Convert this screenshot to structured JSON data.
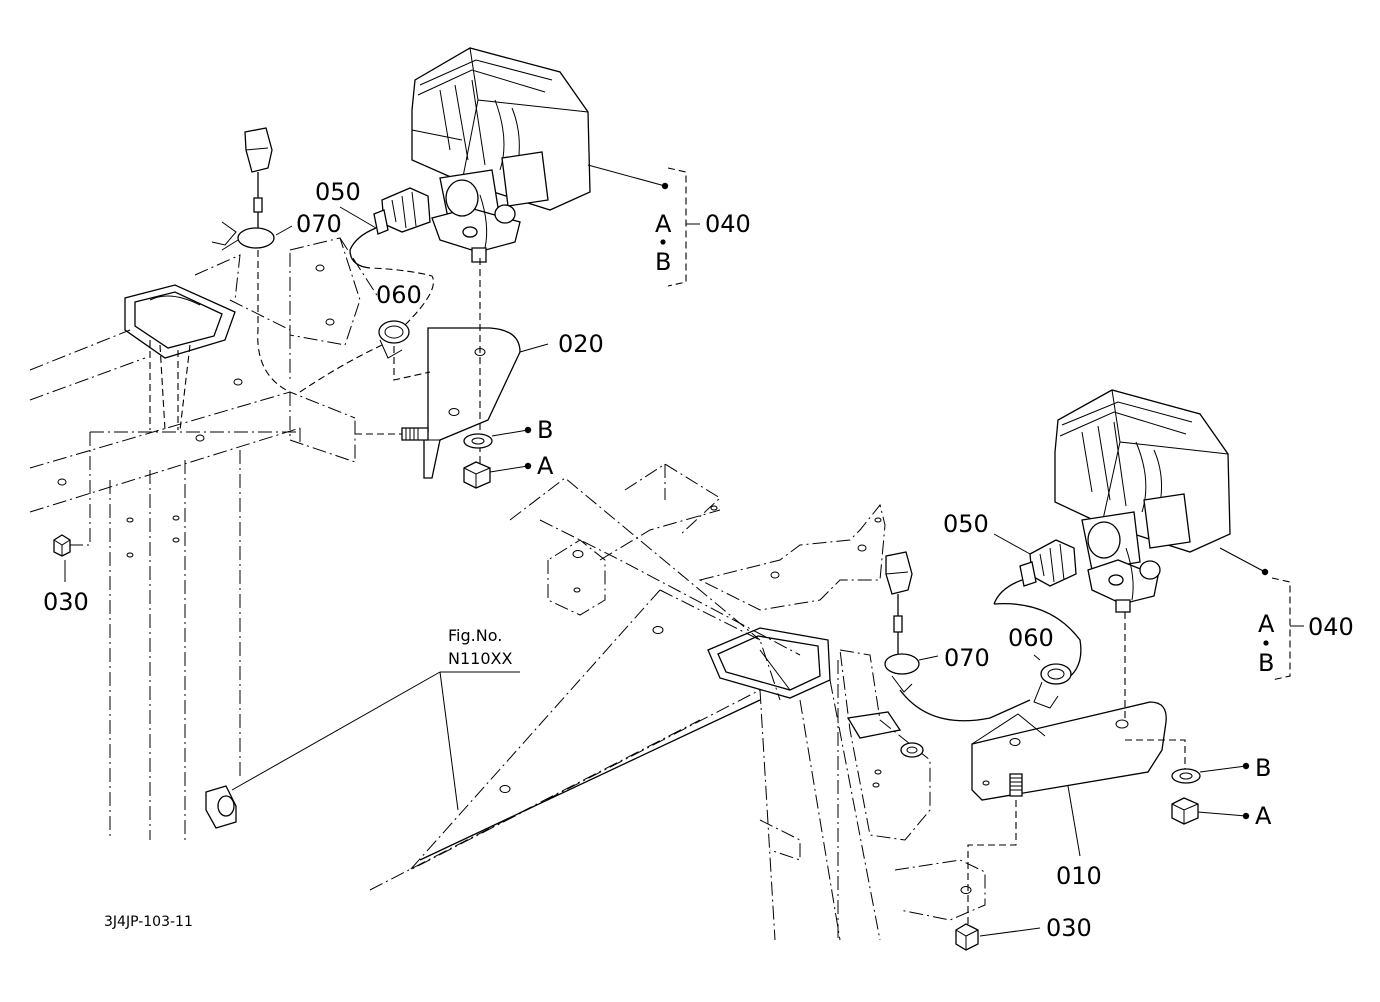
{
  "labels": {
    "part_050_left": "050",
    "part_070_left": "070",
    "part_060_left": "060",
    "part_020": "020",
    "part_030_left": "030",
    "part_040_left": "040",
    "ab_a_left": "A",
    "ab_b_left": "B",
    "washer_b_left": "B",
    "nut_a_left": "A",
    "part_050_right": "050",
    "part_070_right": "070",
    "part_060_right": "060",
    "part_010": "010",
    "part_030_right": "030",
    "part_040_right": "040",
    "ab_a_right": "A",
    "ab_b_right": "B",
    "washer_b_right": "B",
    "nut_a_right": "A",
    "fig_no_title": "Fig.No.",
    "fig_no_value": "N110XX",
    "drawing_code": "3J4JP-103-11"
  }
}
